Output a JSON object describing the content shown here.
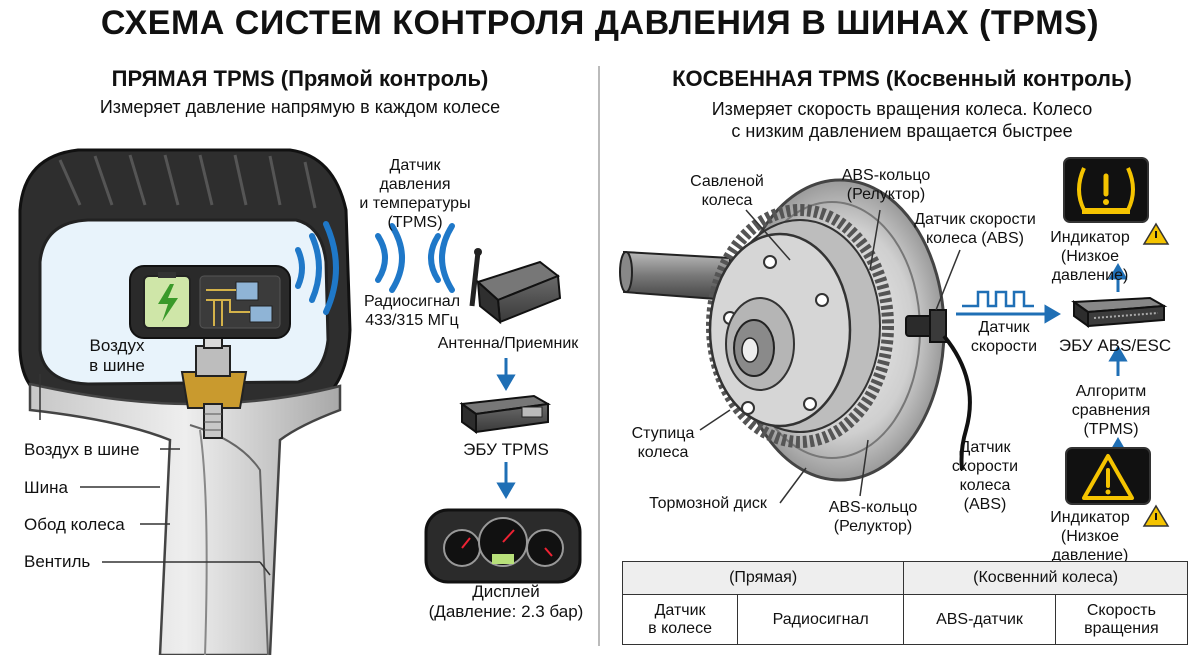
{
  "title": "СХЕМА СИСТЕМ КОНТРОЛЯ ДАВЛЕНИЯ В ШИНАХ (TPMS)",
  "direct": {
    "heading": "ПРЯМАЯ TPMS (Прямой контроль)",
    "subtitle": "Измеряет давление напрямую в каждом колесе",
    "sensor_label": [
      "Датчик",
      "давления",
      "и температуры",
      "(TPMS)"
    ],
    "air_inside": [
      "Воздух",
      "в шине"
    ],
    "radio_label": [
      "Радиосигнал",
      "433/315 МГц"
    ],
    "antenna_label": "Антенна/Приемник",
    "ecu_label": "ЭБУ TPMS",
    "display_label": [
      "Дисплей",
      "(Давление: 2.3 бар)"
    ],
    "callouts": [
      "Воздух в шине",
      "Шина",
      "Обод колеса",
      "Вентиль"
    ]
  },
  "indirect": {
    "heading": "КОСВЕННАЯ TPMS (Косвенный контроль)",
    "subtitle": [
      "Измеряет скорость вращения колеса. Колесо",
      "с низким давлением вращается быстрее"
    ],
    "wheel_label": [
      "Савленой",
      "колеса"
    ],
    "abs_ring_top": [
      "ABS-кольцо",
      "(Релуктор)"
    ],
    "speed_sensor_top": [
      "Датчик скорости",
      "колеса (ABS)"
    ],
    "speed_signal": [
      "Датчик",
      "скорости"
    ],
    "ecu_label": "ЭБУ ABS/ESC",
    "hub_label": [
      "Ступица",
      "колеса"
    ],
    "brake_disc_label": "Тормозной диск",
    "abs_ring_bottom": [
      "ABS-кольцо",
      "(Релуктор)"
    ],
    "speed_sensor_bottom": [
      "Датчик",
      "скорости",
      "колеса",
      "(ABS)"
    ],
    "indicator_top": [
      "Индикатор",
      "(Низкое давление)"
    ],
    "algorithm": [
      "Алгоритм",
      "сравнения",
      "(TPMS)"
    ],
    "indicator_bottom": [
      "Индикатор",
      "(Низкое давление)"
    ]
  },
  "summary_table": {
    "headers": [
      "(Прямая)",
      "(Косвенний колеса)"
    ],
    "cells": [
      [
        "Датчик",
        "в колесе"
      ],
      "Радиосигнал",
      "ABS-датчик",
      [
        "Скорость",
        "вращения"
      ]
    ]
  },
  "colors": {
    "signal_blue": "#1f78c8",
    "arrow_blue": "#1f6fb5",
    "warning_yellow": "#f5c400",
    "indicator_bg": "#111111"
  }
}
